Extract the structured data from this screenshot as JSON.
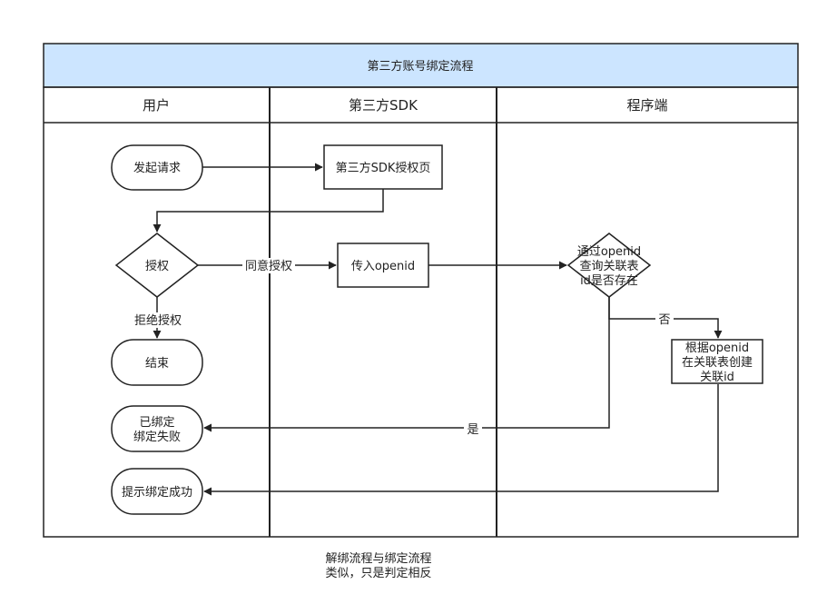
{
  "pool": {
    "title": "第三方账号绑定流程"
  },
  "lanes": [
    "用户",
    "第三方SDK",
    "程序端"
  ],
  "nodes": {
    "start": "发起请求",
    "sdk_auth_page": "第三方SDK授权页",
    "authorize": "授权",
    "end": "结束",
    "pass_openid": "传入openid",
    "check": [
      "通过openid",
      "查询关联表",
      "id是否存在"
    ],
    "create": [
      "根据openid",
      "在关联表创建",
      "关联id"
    ],
    "already_bound": [
      "已绑定",
      "绑定失败"
    ],
    "bind_success": "提示绑定成功"
  },
  "edges": {
    "agree": "同意授权",
    "reject": "拒绝授权",
    "no": "否",
    "yes": "是"
  },
  "note": [
    "解绑流程与绑定流程",
    "类似，只是判定相反"
  ],
  "colors": {
    "header": "#cce5ff",
    "stroke": "#222222",
    "background": "#ffffff"
  }
}
